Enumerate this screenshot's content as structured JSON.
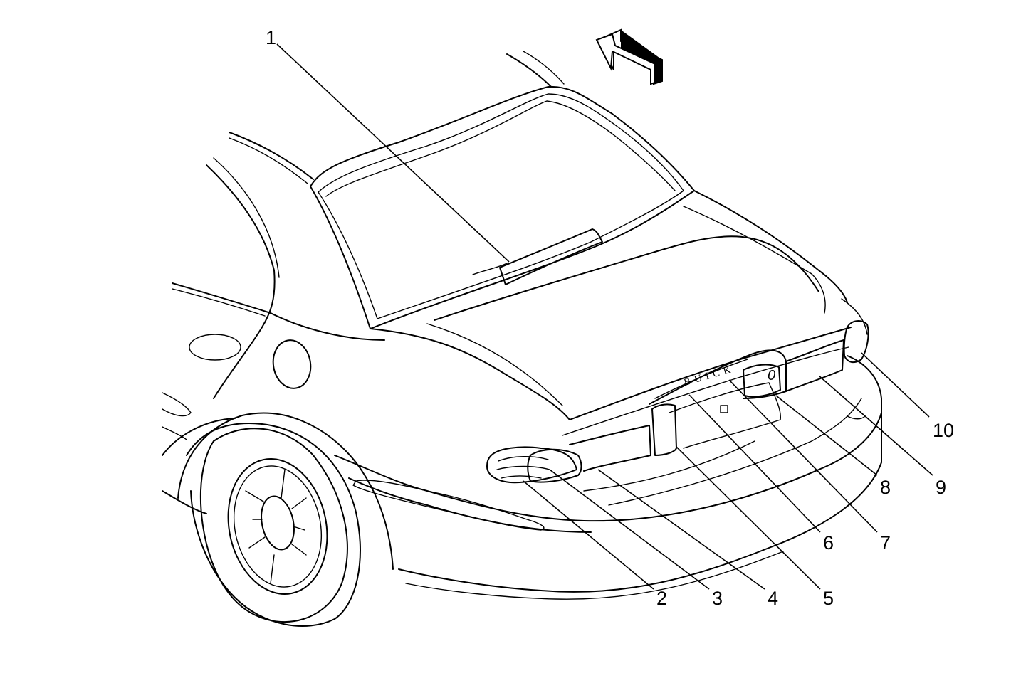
{
  "badge_text": "BUICK",
  "plate_mark": "0",
  "callouts": [
    "1",
    "2",
    "3",
    "4",
    "5",
    "6",
    "7",
    "8",
    "9",
    "10"
  ],
  "arrow_icon": "front-direction-arrow-icon",
  "colors": {
    "line": "#000000",
    "background": "#ffffff"
  }
}
